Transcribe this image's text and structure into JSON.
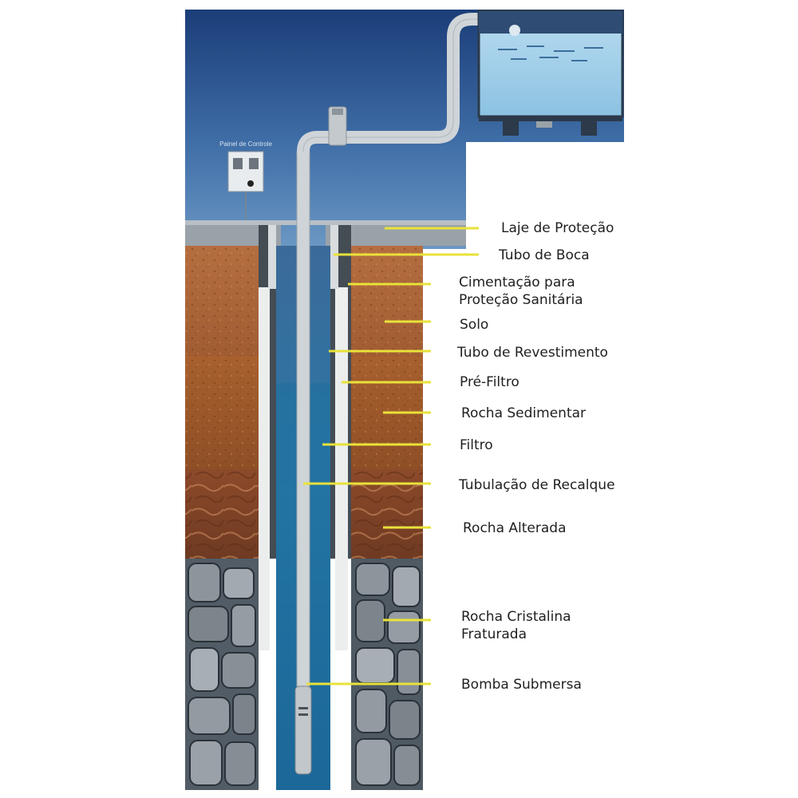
{
  "control_panel": {
    "title": "Painel de Controle"
  },
  "labels": {
    "laje": "Laje de Proteção",
    "tubo_boca": "Tubo de Boca",
    "cimentacao": "Cimentação para\nProteção Sanitária",
    "solo": "Solo",
    "tubo_revestimento": "Tubo de Revestimento",
    "pre_filtro": "Pré-Filtro",
    "rocha_sedimentar": "Rocha Sedimentar",
    "filtro": "Filtro",
    "tubulacao": "Tubulação de Recalque",
    "rocha_alterada": "Rocha Alterada",
    "rocha_cristalina": "Rocha Cristalina\nFraturada",
    "bomba": "Bomba Submersa"
  },
  "colors": {
    "sky_top": "#1b3d78",
    "sky_bottom": "#5f8fbd",
    "leader": "#e8e23a",
    "groundwater": "#1e6f9f",
    "soil": "#a8653a",
    "sediment": "#9c5a2c",
    "weathered_rock": "#8a4a2c",
    "crystalline_rock": "#59636d"
  }
}
